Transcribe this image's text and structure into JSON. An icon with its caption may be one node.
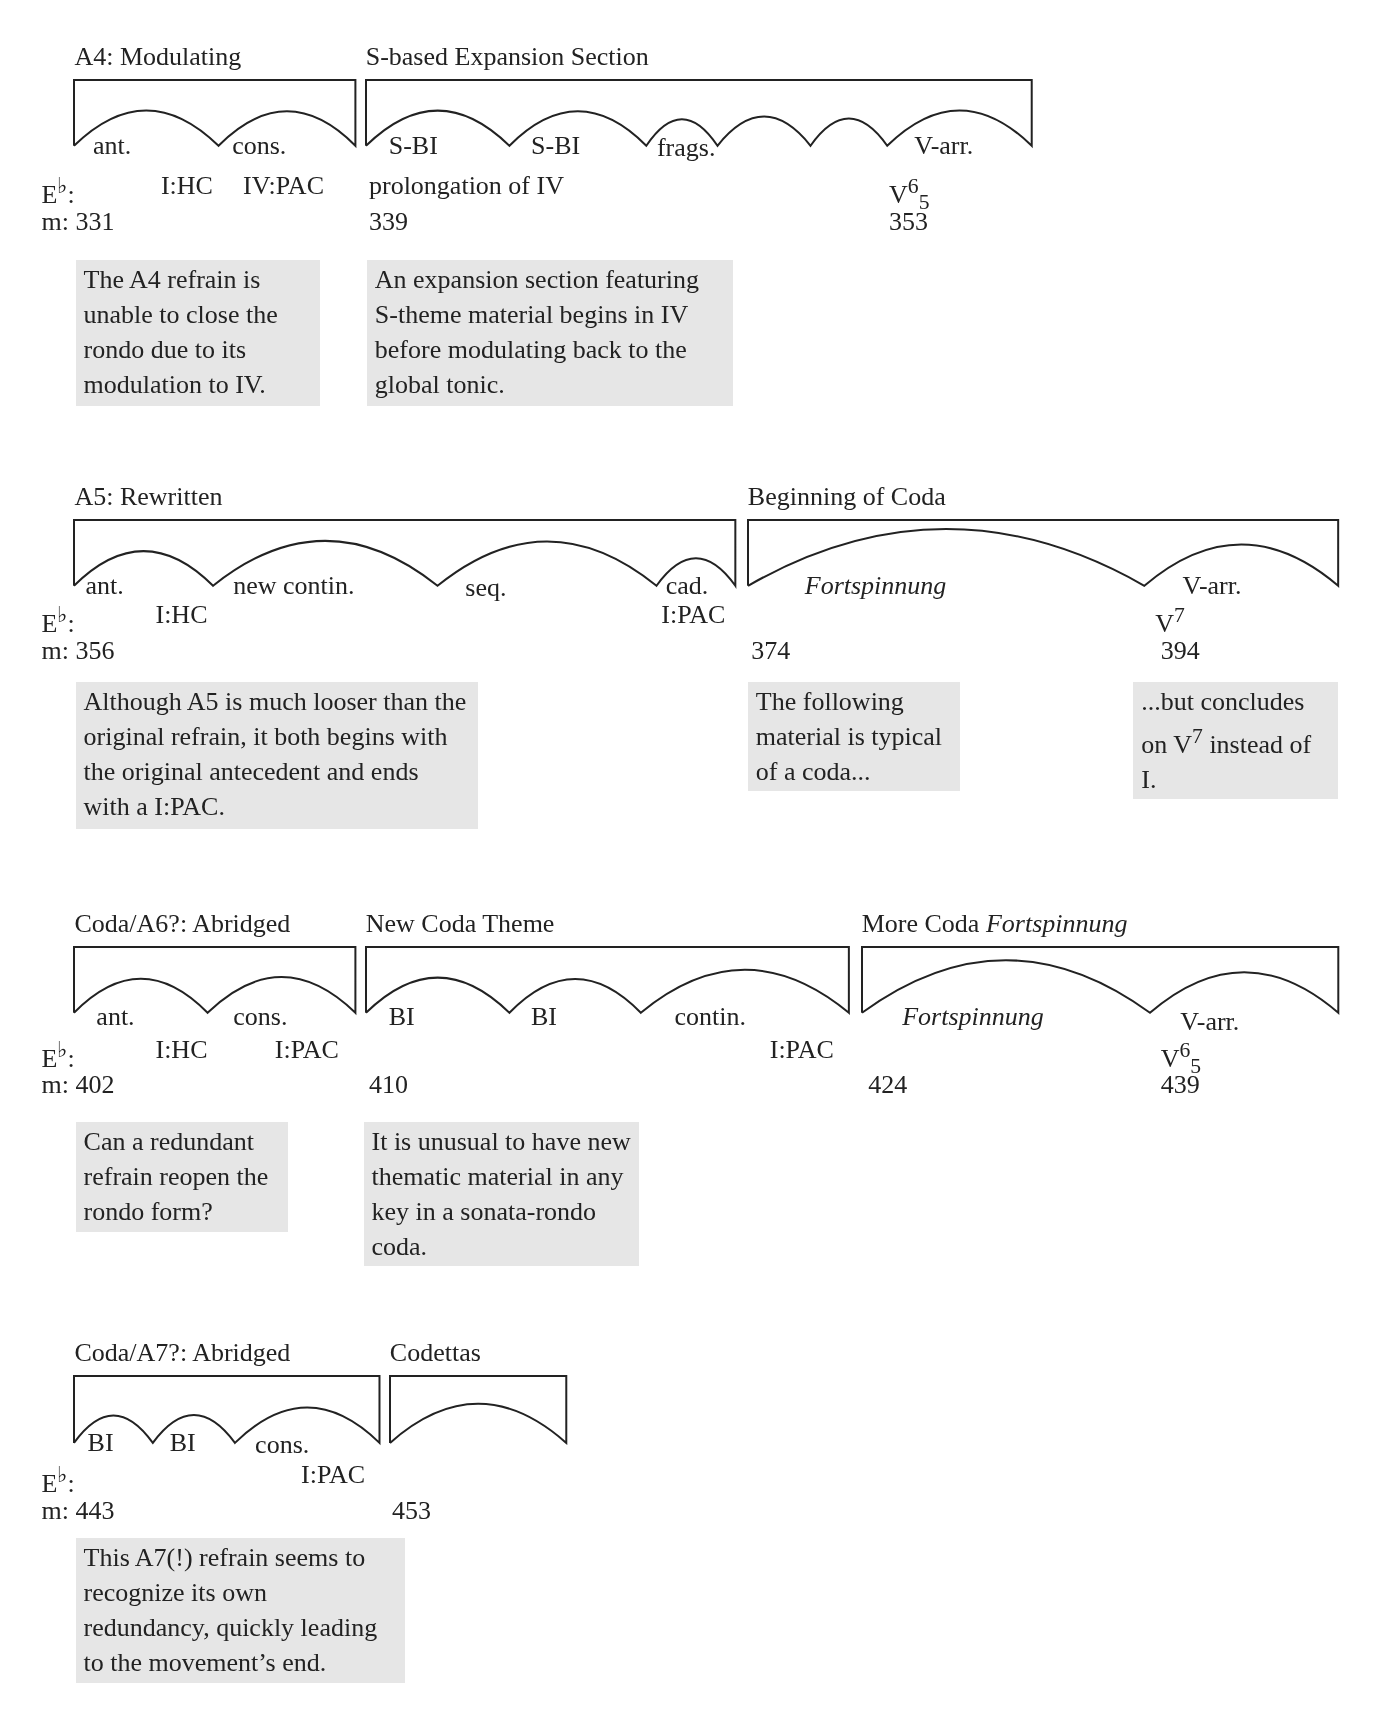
{
  "diagram": {
    "nodes": [
      {
        "text": [
          "A4: Modulating"
        ]
      },
      {
        "text": [
          "S-based Expansion Section"
        ]
      },
      {
        "text": [
          "The A4 refrain is unable to close the rondo due to its modulation to IV."
        ]
      },
      {
        "text": [
          "An expansion section featuring S-theme material begins in IV before modulating back to the global tonic."
        ]
      },
      {
        "text": [
          "A5: Rewritten"
        ]
      },
      {
        "text": [
          "Beginning of Coda"
        ]
      },
      {
        "text": [
          "Although A5 is much looser than the original refrain, it both begins with the original antecedent and ends with a I:PAC."
        ]
      },
      {
        "text": [
          "The following material is typical of a coda..."
        ]
      },
      {
        "text": [
          "...but concludes on V$^{7}$ instead of I."
        ]
      },
      {
        "text": [
          "Coda/A6?: Abridged"
        ]
      },
      {
        "text": [
          "New Coda Theme"
        ]
      },
      {
        "text": [
          "More Coda *Fortspinnung*"
        ]
      },
      {
        "text": [
          "Can a redundant refrain reopen the rondo form?"
        ]
      },
      {
        "text": [
          "It is unusual to have new thematic material in any key in a sonata-rondo coda."
        ]
      },
      {
        "text": [
          "Coda/A7?: Abridged"
        ]
      },
      {
        "text": [
          "Codettas"
        ]
      },
      {
        "text": [
          "This A7(!) refrain seems to recognize its own redundancy, quickly leading to the movement’s end."
        ]
      }
    ],
    "labels": [
      "ant.",
      "cons.",
      "S-BI",
      "S-BI",
      "frags.",
      "V-arr.",
      "E$^{♭}$:",
      "I:HC",
      "IV:PAC",
      "prolongation of IV",
      "V$^{6}$$_{5}$",
      "m: 331",
      "339",
      "353",
      "ant.",
      "new contin.",
      "seq.",
      "cad.",
      "*Fortspinnung*",
      "V-arr.",
      "E$^{♭}$:",
      "I:HC",
      "I:PAC",
      "V$^{7}$",
      "m: 356",
      "374",
      "394",
      "ant.",
      "cons.",
      "BI",
      "BI",
      "contin.",
      "*Fortspinnung*",
      "V-arr.",
      "E$^{♭}$:",
      "I:HC",
      "I:PAC",
      "I:PAC",
      "V$^{6}$$_{5}$",
      "m: 402",
      "410",
      "424",
      "439",
      "BI",
      "BI",
      "cons.",
      "E$^{♭}$:",
      "I:PAC",
      "m: 443",
      "453"
    ]
  }
}
